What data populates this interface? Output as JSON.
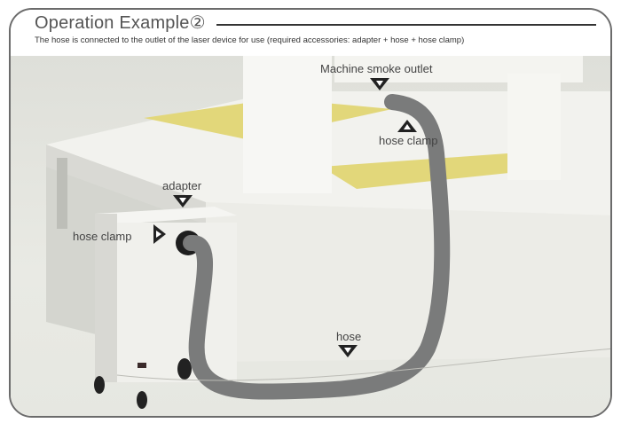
{
  "header": {
    "title": "Operation Example②",
    "subtitle": "The hose is connected to the outlet of the laser device for use (required accessories: adapter + hose + hose clamp)"
  },
  "annotations": [
    {
      "id": "machine-smoke-outlet",
      "label": "Machine smoke outlet",
      "marker": "down-triangle"
    },
    {
      "id": "hose-clamp-top",
      "label": "hose clamp",
      "marker": "up-triangle"
    },
    {
      "id": "adapter",
      "label": "adapter",
      "marker": "down-triangle"
    },
    {
      "id": "hose-clamp-left",
      "label": "hose clamp",
      "marker": "right-triangle"
    },
    {
      "id": "hose",
      "label": "hose",
      "marker": "down-triangle"
    }
  ],
  "colors": {
    "frame": "#6b6b6b",
    "hose": "#7a7b7b",
    "bed": "#e3d97a",
    "machine": "#f4f4f1"
  }
}
